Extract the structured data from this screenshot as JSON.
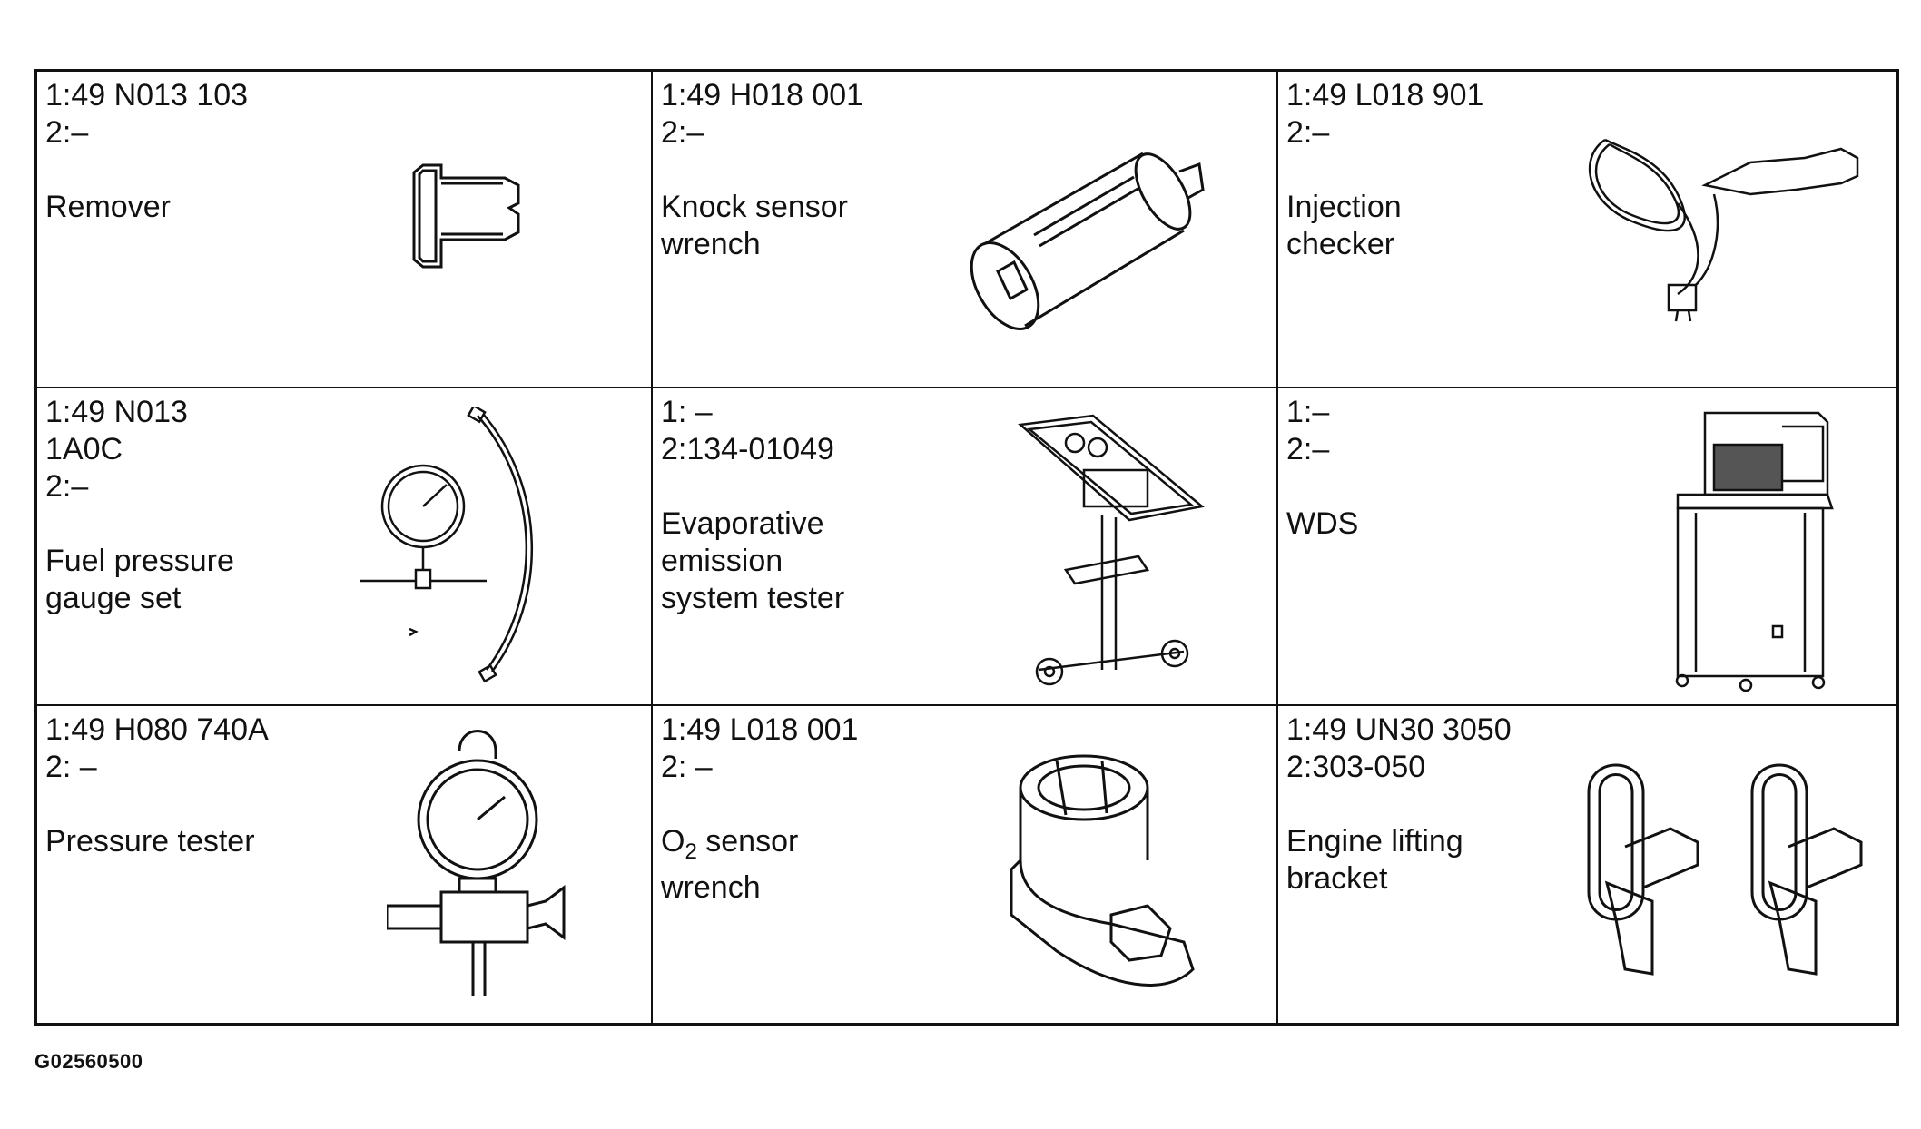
{
  "tools": [
    {
      "line1": "1:49 N013 103",
      "line2": "2:–",
      "name_line1": "Remover",
      "name_line2": "",
      "illustration": "remover-icon"
    },
    {
      "line1": "1:49 H018 001",
      "line2": "2:–",
      "name_line1": "Knock sensor",
      "name_line2": "wrench",
      "illustration": "knock-sensor-wrench-icon"
    },
    {
      "line1": "1:49 L018 901",
      "line2": "2:–",
      "name_line1": "Injection",
      "name_line2": "checker",
      "illustration": "injection-checker-icon"
    },
    {
      "line1": "1:49 N013",
      "line1b": "1A0C",
      "line2": "2:–",
      "name_line1": "Fuel pressure",
      "name_line2": "gauge set",
      "illustration": "fuel-pressure-gauge-icon"
    },
    {
      "line1": "1: –",
      "line2": "2:134-01049",
      "name_line1": "Evaporative",
      "name_line2": "emission",
      "name_line3": "system tester",
      "illustration": "evaporative-tester-icon"
    },
    {
      "line1": "1:–",
      "line2": "2:–",
      "name_line1": "WDS",
      "name_line2": "",
      "illustration": "wds-cart-icon"
    },
    {
      "line1": "1:49 H080 740A",
      "line2": "2: –",
      "name_line1": "Pressure tester",
      "name_line2": "",
      "illustration": "pressure-tester-icon"
    },
    {
      "line1": "1:49 L018 001",
      "line2": "2: –",
      "name_prefix": "O",
      "name_sub": "2",
      "name_suffix": " sensor",
      "name_line2": "wrench",
      "illustration": "o2-sensor-wrench-icon"
    },
    {
      "line1": "1:49 UN30 3050",
      "line2": "2:303-050",
      "name_line1": "Engine lifting",
      "name_line2": "bracket",
      "illustration": "lifting-bracket-icon"
    }
  ],
  "figure_id": "G02560500"
}
